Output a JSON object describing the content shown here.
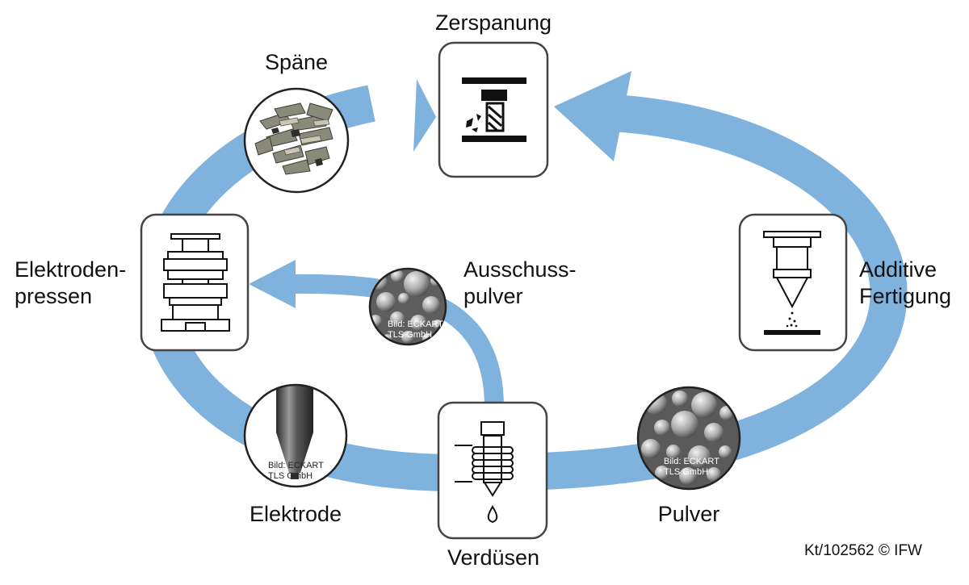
{
  "stages": {
    "zerspanung": "Zerspanung",
    "spaene": "Späne",
    "elektrodenpressen": [
      "Elektroden-",
      "pressen"
    ],
    "ausschusspulver": [
      "Ausschuss-",
      "pulver"
    ],
    "additive_fertigung": [
      "Additive",
      "Fertigung"
    ],
    "elektrode": "Elektrode",
    "verduesen": "Verdüsen",
    "pulver": "Pulver"
  },
  "image_credits": {
    "ausschusspulver": [
      "Bild: ECKART",
      "TLS GmbH"
    ],
    "elektrode": [
      "Bild: ECKART",
      "TLS GmbH"
    ],
    "pulver": [
      "Bild: ECKART",
      "TLS GmbH"
    ]
  },
  "copyright": "Kt/102562 © IFW",
  "colors": {
    "arrow": "#7fb2dc",
    "arrow_light": "#dceaf6",
    "box_stroke": "#444444",
    "icon": "#111111"
  },
  "icons": [
    "milling-icon",
    "press-icon",
    "additive-nozzle-icon",
    "atomizer-icon"
  ]
}
